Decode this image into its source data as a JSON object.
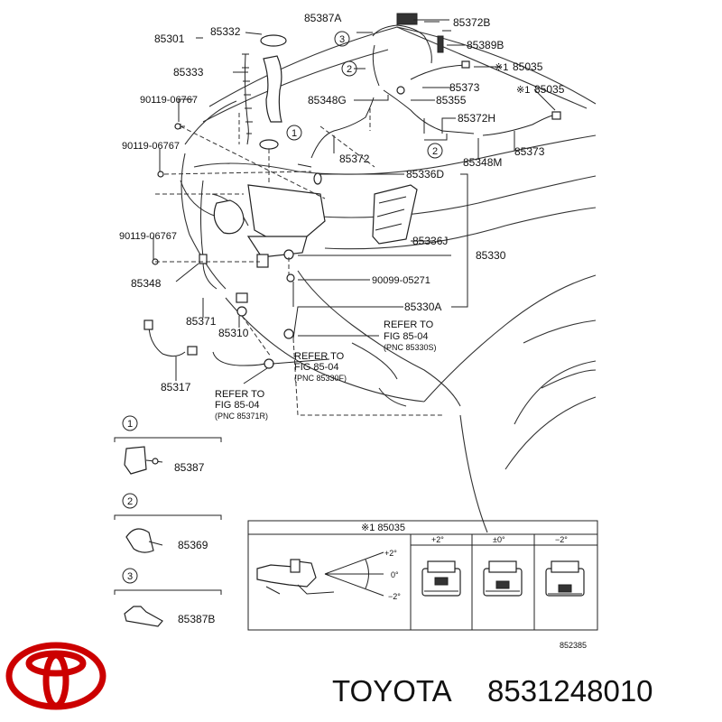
{
  "callouts": {
    "c85301": "85301",
    "c85332": "85332",
    "c85333": "85333",
    "c90119a": "90119-06767",
    "c90119b": "90119-06767",
    "c90119c": "90119-06767",
    "c85348": "85348",
    "c85371": "85371",
    "c85310": "85310",
    "c85317": "85317",
    "c85387A": "85387A",
    "c85372B": "85372B",
    "c85389B": "85389B",
    "c85035a": "85035",
    "c85035b": "85035",
    "c85373a": "85373",
    "c85373b": "85373",
    "c85348G": "85348G",
    "c85355": "85355",
    "c85372H": "85372H",
    "c85372": "85372",
    "c85348M": "85348M",
    "c85336D": "85336D",
    "c85336J": "85336J",
    "c85330": "85330",
    "c90099": "90099-05271",
    "c85330A": "85330A",
    "c85387": "85387",
    "c85369": "85369",
    "c85387B": "85387B"
  },
  "markers": {
    "mark1": "※1",
    "mark2": "※1",
    "mark3": "※1"
  },
  "circles": {
    "one": "1",
    "two": "2",
    "three": "3"
  },
  "refs": {
    "r1": [
      "REFER TO",
      "FIG 85-04",
      "(PNC 85330S)"
    ],
    "r2": [
      "REFER TO",
      "FIG 85-04",
      "(PNC 85330F)"
    ],
    "r3": [
      "REFER TO",
      "FIG 85-04",
      "(PNC 85371R)"
    ]
  },
  "inset": {
    "title": "※1 85035",
    "col_plus": "+2°",
    "col_zero": "±0°",
    "col_minus": "−2°",
    "ang_plus": "+2°",
    "ang_zero": "0°",
    "ang_minus": "−2°"
  },
  "figure_code": "852385",
  "brand": {
    "name": "TOYOTA",
    "part_number": "8531248010",
    "logo": "toyota-logo",
    "color": "#cc0000"
  }
}
